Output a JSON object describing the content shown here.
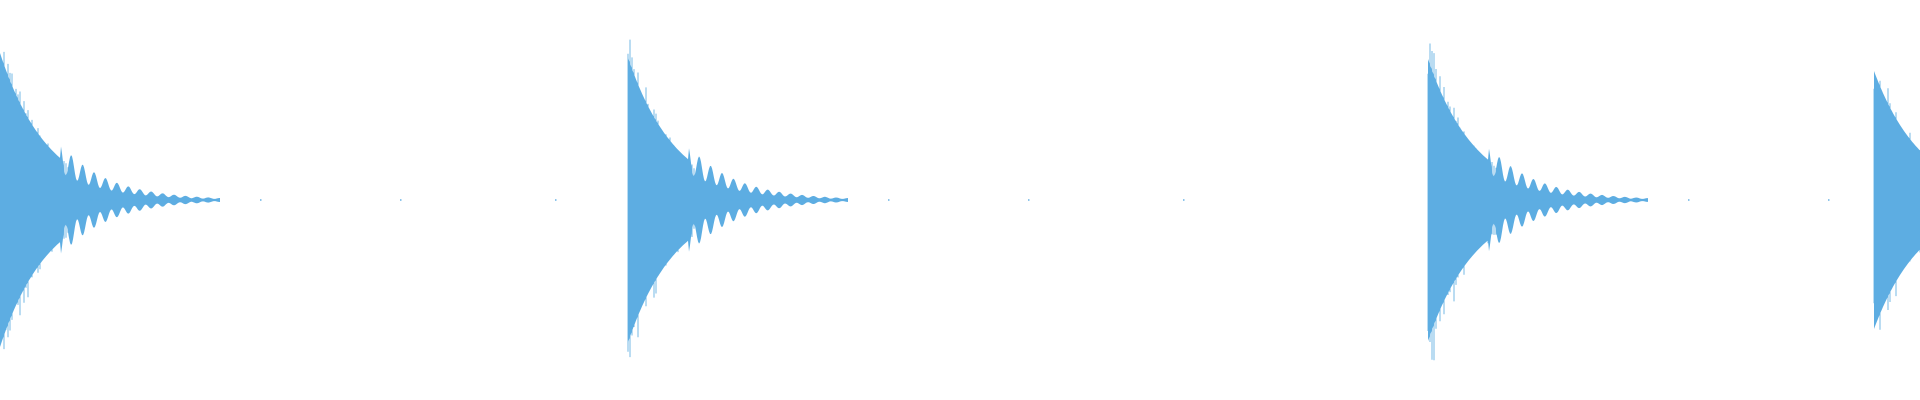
{
  "waveform": {
    "color": "#5DADE2",
    "background": "#FFFFFF",
    "pulses": [
      {
        "onset_fraction": 0.0,
        "peak_amplitude": 0.98,
        "decay": "exponential"
      },
      {
        "onset_fraction": 0.327,
        "peak_amplitude": 0.95,
        "decay": "exponential"
      },
      {
        "onset_fraction": 0.744,
        "peak_amplitude": 0.94,
        "decay": "exponential"
      },
      {
        "onset_fraction": 0.976,
        "peak_amplitude": 0.86,
        "decay": "exponential"
      }
    ]
  }
}
